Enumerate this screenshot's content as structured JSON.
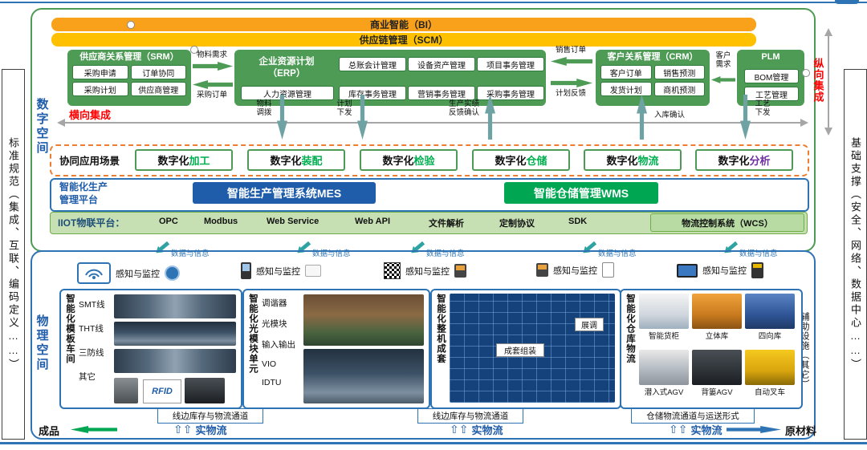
{
  "frame": {
    "left_bar": "标准规范（集成、互联、编码定义……）",
    "right_bar": "基础支撑（安全、网络、数据中心……）",
    "digital_space": "数字空间",
    "physical_space": "物理空间",
    "aux_facility": "辅助设施（其它）"
  },
  "colors": {
    "bi_bar": "#F9A11B",
    "scm_bar": "#FFC000",
    "block_green": "#4D9B55",
    "mes_blue": "#1F5CA9",
    "wms_green": "#00A651",
    "iiot_bg": "#C6E0B4",
    "accent_red": "#FF0000",
    "accent_blue": "#2E74B5",
    "teal": "#2FA3A3",
    "scenario_green": "#00B050",
    "scenario_purple": "#7030A0"
  },
  "top_bars": {
    "bi": "商业智能（BI）",
    "scm": "供应链管理（SCM）"
  },
  "integration": {
    "horizontal": "横向集成",
    "vertical": "纵向集成"
  },
  "srm": {
    "title": "供应商关系管理（SRM）",
    "items": [
      "采购申请",
      "订单协同",
      "采购计划",
      "供应商管理"
    ]
  },
  "srm_erp": {
    "top": "物料需求",
    "bottom": "采购订单"
  },
  "erp": {
    "title_line1": "企业资源计划",
    "title_line2": "（ERP）",
    "hr_item": "人力资源管理",
    "row_top": [
      "总账会计管理",
      "设备资产管理",
      "项目事务管理"
    ],
    "row_bottom": [
      "库存事务管理",
      "营销事务管理",
      "采购事务管理"
    ]
  },
  "erp_crm": {
    "top": "销售订单",
    "bottom": "计划反馈"
  },
  "crm": {
    "title": "客户关系管理（CRM）",
    "items": [
      "客户订单",
      "销售预测",
      "发货计划",
      "商机预测"
    ]
  },
  "customer_demand": "客户需求",
  "plm": {
    "title": "PLM",
    "items": [
      "BOM管理",
      "工艺管理"
    ]
  },
  "mid_arrows": [
    {
      "label": "物料调拨",
      "dir": "down"
    },
    {
      "label": "计划下发",
      "dir": "down"
    },
    {
      "label": "生产实绩反馈确认",
      "dir": "up"
    },
    {
      "label": "入库确认",
      "dir": "up"
    },
    {
      "label": "工艺下发",
      "dir": "down"
    }
  ],
  "scenarios": {
    "label": "协同应用场景",
    "items": [
      {
        "prefix": "数字化",
        "suffix": "加工"
      },
      {
        "prefix": "数字化",
        "suffix": "装配"
      },
      {
        "prefix": "数字化",
        "suffix": "检验"
      },
      {
        "prefix": "数字化",
        "suffix": "仓储"
      },
      {
        "prefix": "数字化",
        "suffix": "物流"
      },
      {
        "prefix": "数字化",
        "suffix": "分析"
      }
    ]
  },
  "platform": {
    "label_line1": "智能化生产",
    "label_line2": "管理平台",
    "mes": "智能生产管理系统MES",
    "wms": "智能仓储管理WMS"
  },
  "iiot": {
    "label": "IIOT物联平台：",
    "protocols": [
      "OPC",
      "Modbus",
      "Web Service",
      "Web API",
      "文件解析",
      "定制协议",
      "SDK"
    ],
    "wcs": "物流控制系统（WCS）"
  },
  "data_info": {
    "label": "数据与信息"
  },
  "monitoring": {
    "label": "感知与监控"
  },
  "icons": {
    "monitor_groups": [
      [
        "wifi-ap-icon",
        "blue-badge-icon"
      ],
      [
        "pda-icon",
        "sensor-box-icon"
      ],
      [
        "qr-code-icon",
        "handheld-device-icon"
      ],
      [
        "reader-device-icon",
        "rfid-tag-icon"
      ],
      [
        "tablet-icon",
        "barcode-scanner-icon"
      ]
    ],
    "up_flow_glyph": "⇧⇧"
  },
  "workshops": [
    {
      "title": "智能化模板车间",
      "items": [
        "SMT线",
        "THT线",
        "三防线",
        "其它"
      ],
      "rfid": "RFID"
    },
    {
      "title": "智能化光模块单元",
      "items": [
        "调谐器",
        "光模块",
        "输入输出",
        "VIO",
        "IDTU"
      ]
    },
    {
      "title": "智能化整机成套",
      "labels": [
        "成套组装",
        "展调"
      ]
    },
    {
      "title": "智能化仓库物流",
      "items": [
        "智能货柜",
        "立体库",
        "四向库",
        "潜入式AGV",
        "背篓AGV",
        "自动叉车"
      ]
    }
  ],
  "channels": [
    "线边库存与物流通道",
    "线边库存与物流通道",
    "仓储物流通道与运送形式"
  ],
  "bottom_flow": {
    "finished": "成品",
    "flows": [
      "实物流",
      "实物流",
      "实物流"
    ],
    "raw": "原材料"
  }
}
